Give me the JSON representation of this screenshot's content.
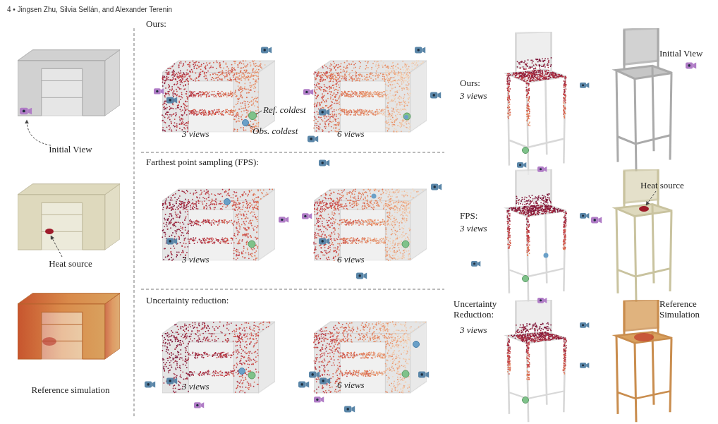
{
  "diagram": {
    "labels": [
      "4 • Jingsen Zhu, Silvia Sellán, and Alexander Terenin",
      "Initial View",
      "Heat source",
      "Reference simulation",
      "Ours:",
      "3 views",
      "6 views",
      "Ref. coldest",
      "Obs. coldest",
      "Farthest point sampling (FPS):",
      "3 views",
      "6 views",
      "Uncertainty reduction:",
      "3 views",
      "6 views",
      "Ours:",
      "3 views",
      "Initial View",
      "FPS:",
      "3 views",
      "Heat source",
      "Uncertainty Reduction:",
      "3 views",
      "Reference Simulation"
    ]
  }
}
